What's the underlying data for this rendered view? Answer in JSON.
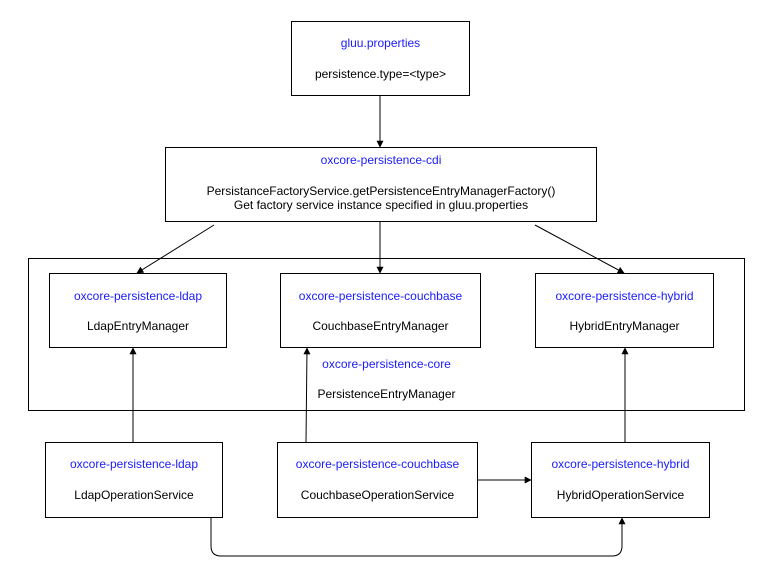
{
  "colors": {
    "module_text": "#1a1aff",
    "body_text": "#000000",
    "border": "#000000",
    "background": "#ffffff"
  },
  "nodes": {
    "gluu_props": {
      "title": "gluu.properties",
      "body": [
        "persistence.type=<type>"
      ]
    },
    "cdi": {
      "title": "oxcore-persistence-cdi",
      "body": [
        "PersistanceFactoryService.getPersistenceEntryManagerFactory()",
        "Get factory service instance specified in gluu.properties"
      ]
    },
    "ldap_mgr": {
      "title": "oxcore-persistence-ldap",
      "body": [
        "LdapEntryManager"
      ]
    },
    "couchbase_mgr": {
      "title": "oxcore-persistence-couchbase",
      "body": [
        "CouchbaseEntryManager"
      ]
    },
    "hybrid_mgr": {
      "title": "oxcore-persistence-hybrid",
      "body": [
        "HybridEntryManager"
      ]
    },
    "core": {
      "title": "oxcore-persistence-core",
      "body": [
        "PersistenceEntryManager"
      ]
    },
    "ldap_op": {
      "title": "oxcore-persistence-ldap",
      "body": [
        "LdapOperationService"
      ]
    },
    "couchbase_op": {
      "title": "oxcore-persistence-couchbase",
      "body": [
        "CouchbaseOperationService"
      ]
    },
    "hybrid_op": {
      "title": "oxcore-persistence-hybrid",
      "body": [
        "HybridOperationService"
      ]
    }
  }
}
